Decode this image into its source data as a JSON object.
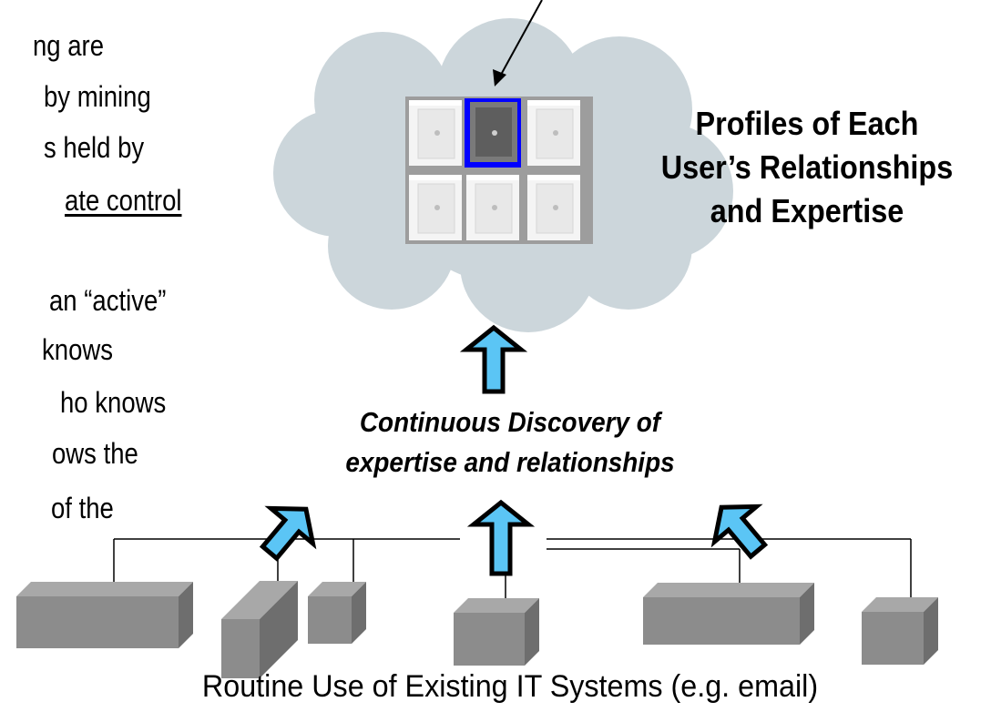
{
  "bullet_text": {
    "lines": [
      "ng are",
      "by mining",
      "s held by",
      "ate control",
      "an “active”",
      "knows",
      "ho knows",
      "ows the",
      "of the"
    ]
  },
  "cloud": {
    "label_lines": [
      "Profiles of Each",
      "User’s Relationships",
      "and Expertise"
    ],
    "icon": "profile-safes-icon-grid"
  },
  "discovery": {
    "label_lines": [
      "Continuous Discovery of",
      "expertise and relationships"
    ]
  },
  "systems": {
    "label": "Routine Use of Existing IT Systems (e.g. email)"
  },
  "colors": {
    "cloud_fill": "#ccd6db",
    "arrow_fill": "#5bc5f5",
    "box_front": "#8c8c8c",
    "box_top": "#a8a8a8",
    "box_side": "#6e6e6e",
    "highlight": "#0000ff"
  }
}
